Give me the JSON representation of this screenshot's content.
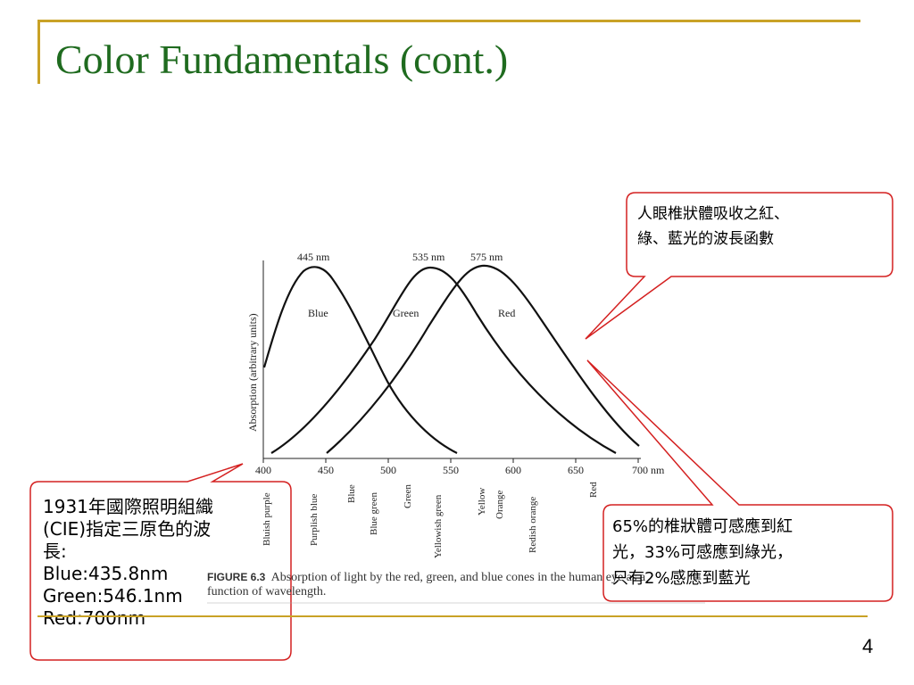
{
  "slide": {
    "title": "Color Fundamentals (cont.)",
    "page_number": "4"
  },
  "figure": {
    "peaks": [
      "445 nm",
      "535 nm",
      "575 nm"
    ],
    "curve_labels": [
      "Blue",
      "Green",
      "Red"
    ],
    "y_axis_label": "Absorption (arbitrary units)",
    "x_ticks": [
      "400",
      "450",
      "500",
      "550",
      "600",
      "650",
      "700 nm"
    ],
    "color_names": [
      "Bluish purple",
      "Purplish blue",
      "Blue",
      "Blue green",
      "Green",
      "Yellowish green",
      "Yellow",
      "Orange",
      "Redish orange",
      "Red"
    ],
    "caption_label": "FIGURE 6.3",
    "caption_line1": "Absorption of light by the red, green, and blue cones in the human eye as a",
    "caption_line2": "function of wavelength."
  },
  "callouts": {
    "cone_function": {
      "line1": "人眼椎狀體吸收之紅、",
      "line2": "綠、藍光的波長函數"
    },
    "cone_percent": {
      "line1": "65%的椎狀體可感應到紅",
      "line2": "光，33%可感應到綠光，",
      "line3": "只有2%感應到藍光"
    },
    "cie_standard": {
      "line1": "1931年國際照明組織",
      "line2": "(CIE)指定三原色的波",
      "line3": "長:",
      "line4": "Blue:435.8nm",
      "line5": "Green:546.1nm",
      "line6": "Red:700nm"
    }
  },
  "colors": {
    "title": "#1f6b1f",
    "accent_rule": "#c9a226",
    "callout_border": "#d42020"
  }
}
